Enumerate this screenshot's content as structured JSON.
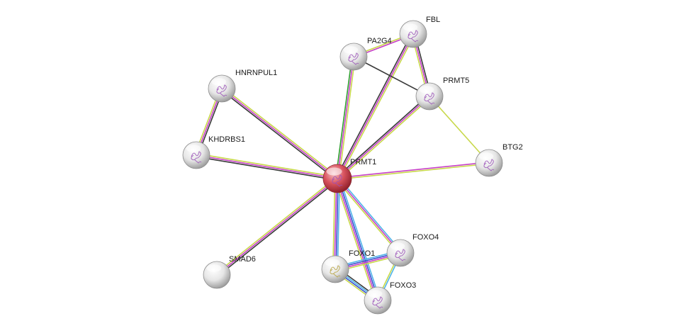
{
  "network": {
    "colors": {
      "background": "#ffffff",
      "query_node": "#cf3d4a",
      "neighbor_node": "#d8d8d8",
      "label": "#1a1a1a",
      "edge_black": "#3a3a3a",
      "edge_magenta": "#c63fc6",
      "edge_yellow": "#c8d84a",
      "edge_green": "#2e9e2e",
      "edge_cyan": "#4fb3e8",
      "edge_blue": "#3a4fd0",
      "structure_purple": "#9a52b8",
      "structure_gold": "#b6a23e"
    },
    "nodes": [
      {
        "id": "PRMT1",
        "label": "PRMT1",
        "query": true,
        "structure": "purple"
      },
      {
        "id": "FBL",
        "label": "FBL",
        "query": false,
        "structure": "purple"
      },
      {
        "id": "PA2G4",
        "label": "PA2G4",
        "query": false,
        "structure": "purple"
      },
      {
        "id": "PRMT5",
        "label": "PRMT5",
        "query": false,
        "structure": "purple"
      },
      {
        "id": "HNRNPUL1",
        "label": "HNRNPUL1",
        "query": false,
        "structure": "purple"
      },
      {
        "id": "KHDRBS1",
        "label": "KHDRBS1",
        "query": false,
        "structure": "purple"
      },
      {
        "id": "BTG2",
        "label": "BTG2",
        "query": false,
        "structure": "purple"
      },
      {
        "id": "SMAD6",
        "label": "SMAD6",
        "query": false,
        "structure": "none"
      },
      {
        "id": "FOXO1",
        "label": "FOXO1",
        "query": false,
        "structure": "gold"
      },
      {
        "id": "FOXO4",
        "label": "FOXO4",
        "query": false,
        "structure": "purple"
      },
      {
        "id": "FOXO3",
        "label": "FOXO3",
        "query": false,
        "structure": "purple"
      }
    ],
    "edges": [
      {
        "source": "PRMT1",
        "target": "FBL",
        "kinds": [
          "black",
          "magenta",
          "yellow"
        ]
      },
      {
        "source": "PRMT1",
        "target": "PA2G4",
        "kinds": [
          "green",
          "magenta",
          "yellow"
        ]
      },
      {
        "source": "PRMT1",
        "target": "PRMT5",
        "kinds": [
          "black",
          "magenta",
          "yellow"
        ]
      },
      {
        "source": "PRMT1",
        "target": "HNRNPUL1",
        "kinds": [
          "black",
          "magenta",
          "yellow"
        ]
      },
      {
        "source": "PRMT1",
        "target": "KHDRBS1",
        "kinds": [
          "black",
          "magenta",
          "yellow"
        ]
      },
      {
        "source": "PRMT1",
        "target": "BTG2",
        "kinds": [
          "magenta",
          "yellow"
        ]
      },
      {
        "source": "PRMT1",
        "target": "SMAD6",
        "kinds": [
          "black",
          "magenta",
          "yellow"
        ]
      },
      {
        "source": "PRMT1",
        "target": "FOXO1",
        "kinds": [
          "cyan",
          "blue",
          "magenta",
          "yellow"
        ]
      },
      {
        "source": "PRMT1",
        "target": "FOXO4",
        "kinds": [
          "cyan",
          "magenta",
          "yellow"
        ]
      },
      {
        "source": "PRMT1",
        "target": "FOXO3",
        "kinds": [
          "cyan",
          "blue",
          "magenta",
          "yellow"
        ]
      },
      {
        "source": "FBL",
        "target": "PA2G4",
        "kinds": [
          "magenta",
          "yellow"
        ]
      },
      {
        "source": "FBL",
        "target": "PRMT5",
        "kinds": [
          "black",
          "magenta",
          "yellow"
        ]
      },
      {
        "source": "PA2G4",
        "target": "PRMT5",
        "kinds": [
          "black"
        ]
      },
      {
        "source": "PRMT5",
        "target": "BTG2",
        "kinds": [
          "yellow"
        ]
      },
      {
        "source": "HNRNPUL1",
        "target": "KHDRBS1",
        "kinds": [
          "black",
          "magenta",
          "yellow"
        ]
      },
      {
        "source": "FOXO1",
        "target": "FOXO4",
        "kinds": [
          "cyan",
          "blue",
          "magenta",
          "yellow"
        ]
      },
      {
        "source": "FOXO1",
        "target": "FOXO3",
        "kinds": [
          "black",
          "cyan",
          "blue",
          "yellow"
        ]
      },
      {
        "source": "FOXO4",
        "target": "FOXO3",
        "kinds": [
          "cyan",
          "yellow"
        ]
      }
    ]
  }
}
